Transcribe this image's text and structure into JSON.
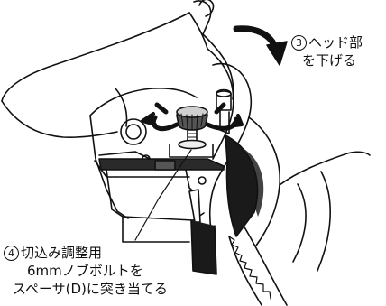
{
  "callouts": {
    "step3": {
      "number": "3",
      "line1": "ヘッド部",
      "line2": "を下げる"
    },
    "step4": {
      "number": "4",
      "line1": "切込み調整用",
      "line2": "6mmノブボルトを",
      "line3": "スペーサ(D)に突き当てる"
    }
  }
}
